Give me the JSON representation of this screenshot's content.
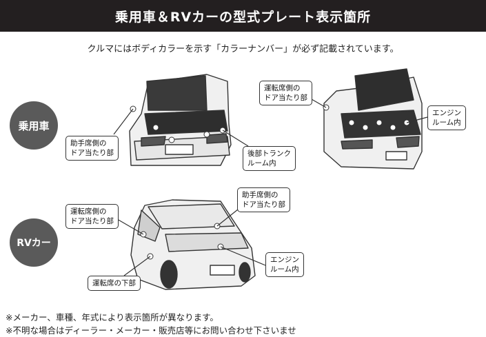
{
  "header": {
    "title": "乗用車＆RVカーの型式プレート表示箇所"
  },
  "intro": "クルマにはボディカラーを示す「カラーナンバー」が必ず記載されています。",
  "sections": {
    "sedan": {
      "badge": "乗用車",
      "labels": {
        "passenger_door": "助手席側の\nドア当たり部",
        "trunk": "後部トランク\nルーム内",
        "driver_door": "運転席側の\nドア当たり部",
        "engine": "エンジン\nルーム内"
      }
    },
    "rv": {
      "badge": "RVカー",
      "labels": {
        "driver_door": "運転席側の\nドア当たり部",
        "passenger_door": "助手席側の\nドア当たり部",
        "driver_lower": "運転席の下部",
        "engine": "エンジン\nルーム内"
      }
    }
  },
  "notes": [
    "※メーカー、車種、年式により表示箇所が異なります。",
    "※不明な場合はディーラー・メーカー・販売店等にお問い合わせ下さいませ"
  ]
}
